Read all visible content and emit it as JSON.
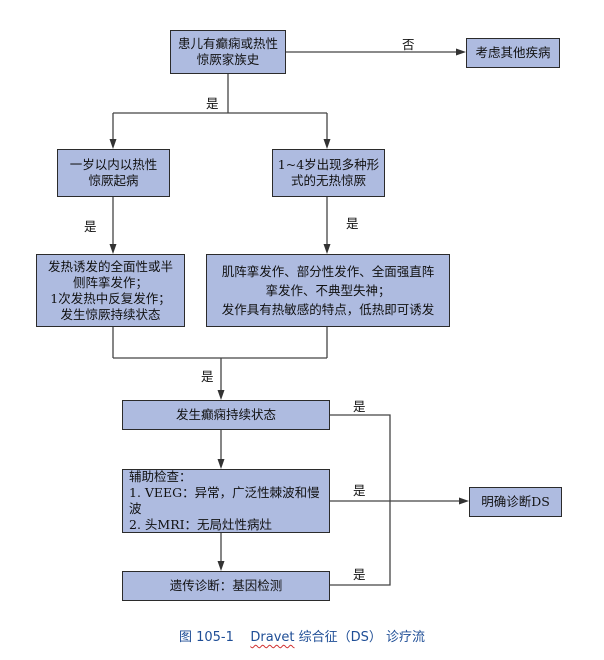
{
  "diagram": {
    "nodes": {
      "family_history": "患儿有癫痫或热性\n惊厥家族史",
      "consider_other": "考虑其他疾病",
      "onset_under_one": "一岁以内以热性\n惊厥起病",
      "age_1_4": "1~4岁出现多种形\n式的无热惊厥",
      "febrile_seizures": "发热诱发的全面性或半\n侧阵挛发作；\n1次发热中反复发作；\n发生惊厥持续状态",
      "multiple_seizures": "肌阵挛发作、部分性发作、全面强直阵\n挛发作、不典型失神；\n发作具有热敏感的特点，低热即可诱发",
      "status_epilepticus": "发生癫痫持续状态",
      "auxiliary_exam": "辅助检查：\n1. VEEG：异常，广泛性棘波和慢波\n2. 头MRI：无局灶性病灶",
      "genetic_diagnosis": "遗传诊断：基因检测",
      "confirm_ds": "明确诊断DS"
    },
    "edge_labels": {
      "no": "否",
      "yes_top": "是",
      "yes_left": "是",
      "yes_right": "是",
      "yes_merge": "是",
      "yes_status": "是",
      "yes_exam": "是",
      "yes_genetic": "是"
    },
    "colors": {
      "box_fill": "#aebbe0",
      "box_border": "#2b2b2b",
      "caption": "#1f4e96"
    }
  },
  "caption": {
    "figure_no": "图 105-1",
    "name_word": "Dravet",
    "rest": " 综合征（DS） 诊疗流"
  }
}
